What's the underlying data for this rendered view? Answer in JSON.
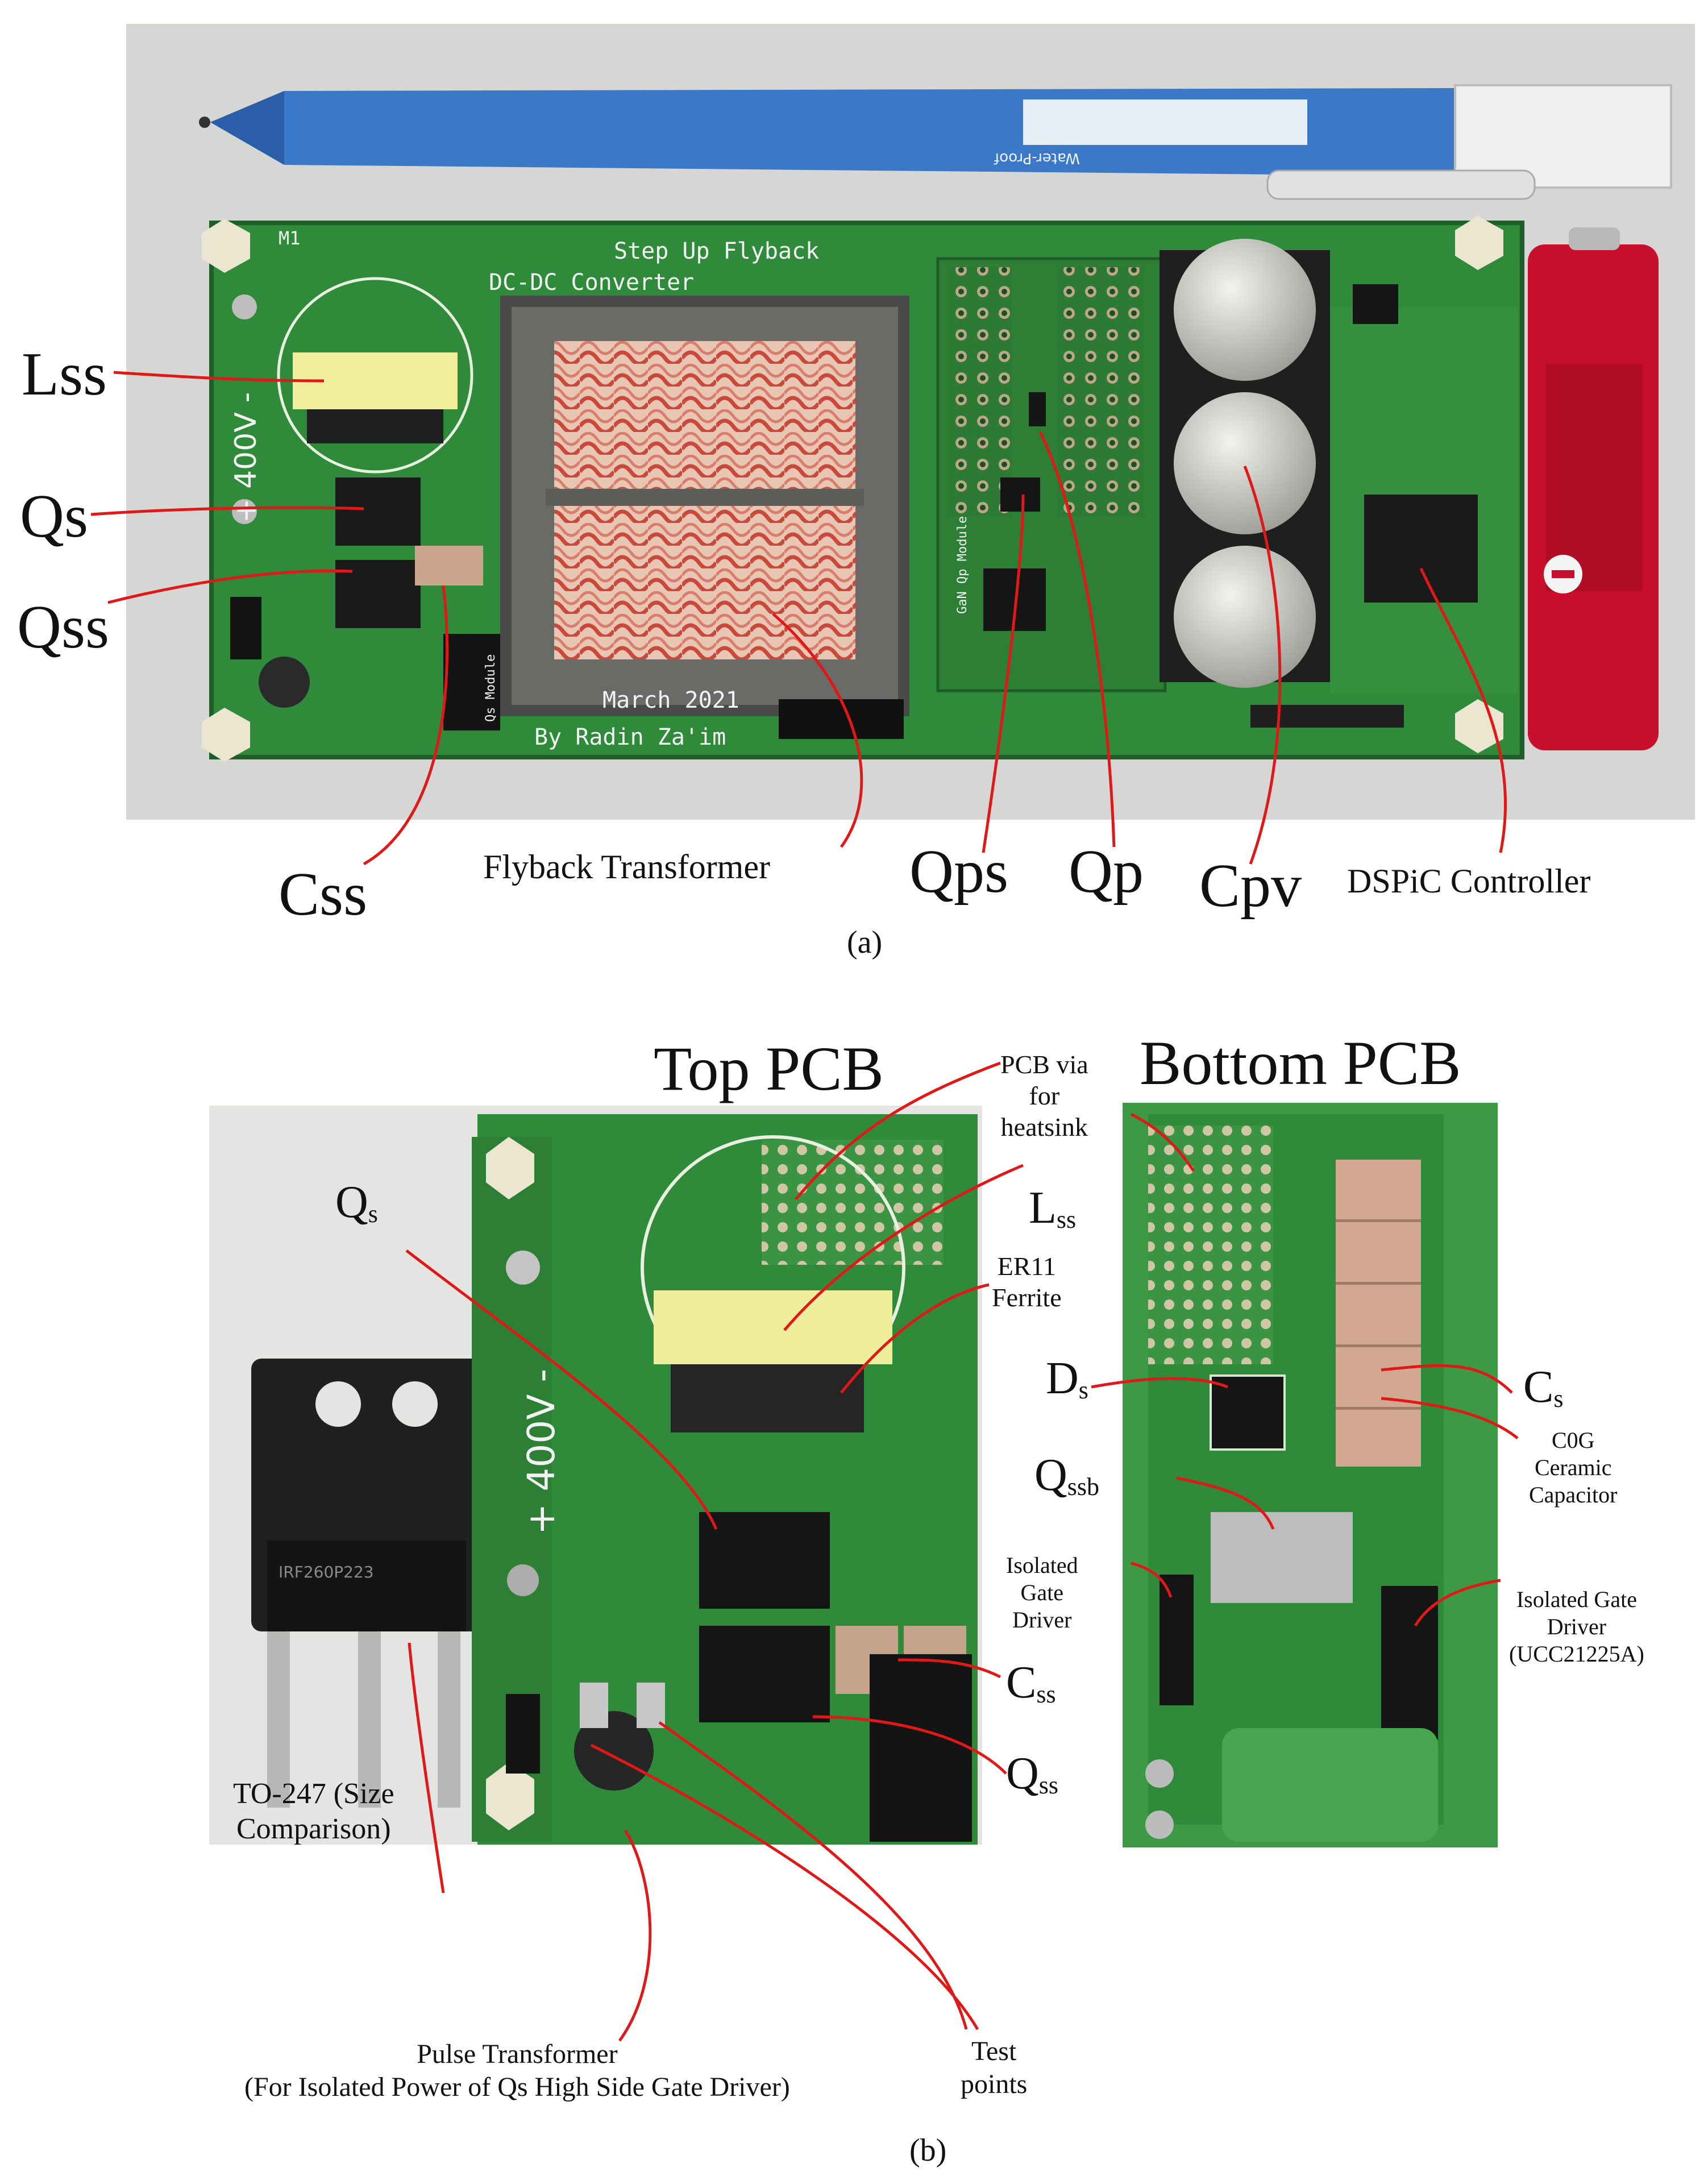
{
  "figure": {
    "panel_a": {
      "caption": "(a)",
      "board_silkscreen": {
        "title_line1": "Step Up Flyback",
        "title_line2": "DC-DC Converter",
        "date": "March 2021",
        "author": "By Radin Za'im",
        "voltage": "+ 400V -",
        "designator": "M1",
        "module_left": "Qs Module",
        "module_mid": "GaN Qp Module"
      },
      "pen_text": "Water-Proof",
      "labels": {
        "lss": "Lss",
        "qs": "Qs",
        "qss": "Qss",
        "css": "Css",
        "flyback": "Flyback Transformer",
        "qps": "Qps",
        "qp": "Qp",
        "cpv": "Cpv",
        "dspic": "DSPiC Controller"
      }
    },
    "panel_b": {
      "caption": "(b)",
      "title_top": "Top PCB",
      "title_bottom": "Bottom PCB",
      "labels": {
        "qs_main": "Q",
        "qs_sub": "s",
        "pcb_via": "PCB via\nfor\nheatsink",
        "lss_main": "L",
        "lss_sub": "ss",
        "er11": "ER11\nFerrite",
        "ds_main": "D",
        "ds_sub": "s",
        "cs_main": "C",
        "cs_sub": "s",
        "c0g": "C0G\nCeramic\nCapacitor",
        "qssb_main": "Q",
        "qssb_sub": "ssb",
        "iso_gate": "Isolated\nGate\nDriver",
        "iso_gate2": "Isolated Gate\nDriver\n(UCC21225A)",
        "css_main": "C",
        "css_sub": "ss",
        "qss_main": "Q",
        "qss_sub": "ss",
        "to247": "TO-247 (Size\nComparison)",
        "pulse": "Pulse Transformer\n(For Isolated Power of Qs High Side Gate Driver)",
        "test": "Test\npoints",
        "to247_marking": "IRF260P223",
        "board_voltage": "+ 400V -"
      }
    },
    "colors": {
      "pcb_green": "#2f8a3a",
      "pcb_dark": "#1f5e28",
      "label_line": "#e01818",
      "pen_blue": "#3b78c8",
      "battery_red": "#c8102e",
      "copper": "#d98a6c",
      "cap_silver": "#c9c9c4"
    }
  }
}
